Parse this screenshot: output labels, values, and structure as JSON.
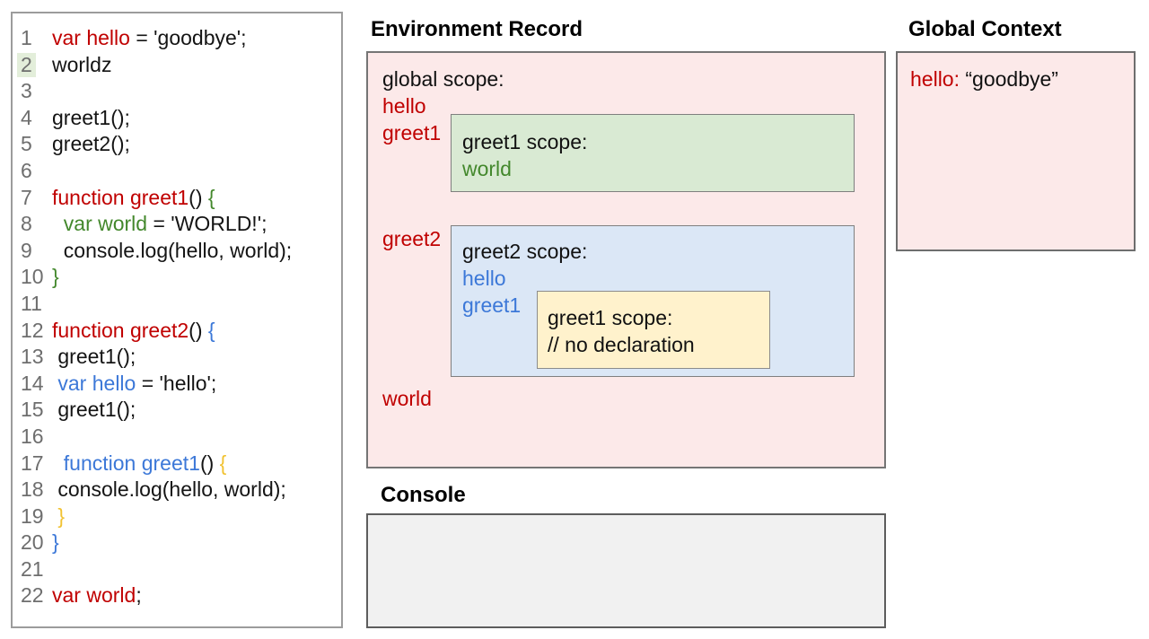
{
  "colors": {
    "code_red": "#c00000",
    "code_green": "#43882c",
    "code_blue": "#3c78d8",
    "code_yellow": "#f1c232",
    "code_black": "#141414",
    "line_number_gray": "#6e6e6e",
    "line_highlight_green": "#e3eeda",
    "env_pink_bg": "#fce9e9",
    "greet1_green_bg": "#d9ead3",
    "greet2_blue_bg": "#dbe7f6",
    "nested_yellow_bg": "#fff2cc",
    "console_gray_bg": "#f1f1f1"
  },
  "code_panel": {
    "lines": [
      {
        "n": "1",
        "hl": false,
        "segs": [
          {
            "t": "var hello",
            "c": "red"
          },
          {
            "t": " = 'goodbye';",
            "c": "code"
          }
        ]
      },
      {
        "n": "2",
        "hl": true,
        "segs": [
          {
            "t": "worldz",
            "c": "code"
          }
        ]
      },
      {
        "n": "3",
        "hl": false,
        "segs": []
      },
      {
        "n": "4",
        "hl": false,
        "segs": [
          {
            "t": "greet1();",
            "c": "code"
          }
        ]
      },
      {
        "n": "5",
        "hl": false,
        "segs": [
          {
            "t": "greet2();",
            "c": "code"
          }
        ]
      },
      {
        "n": "6",
        "hl": false,
        "segs": []
      },
      {
        "n": "7",
        "hl": false,
        "segs": [
          {
            "t": "function greet1",
            "c": "red"
          },
          {
            "t": "() ",
            "c": "code"
          },
          {
            "t": "{",
            "c": "green"
          }
        ]
      },
      {
        "n": "8",
        "hl": false,
        "segs": [
          {
            "t": "  ",
            "c": "code"
          },
          {
            "t": "var world",
            "c": "green"
          },
          {
            "t": " = 'WORLD!';",
            "c": "code"
          }
        ]
      },
      {
        "n": "9",
        "hl": false,
        "segs": [
          {
            "t": "  console.log(hello, world);",
            "c": "code"
          }
        ]
      },
      {
        "n": "10",
        "hl": false,
        "segs": [
          {
            "t": "}",
            "c": "green"
          }
        ]
      },
      {
        "n": "11",
        "hl": false,
        "segs": []
      },
      {
        "n": "12",
        "hl": false,
        "segs": [
          {
            "t": "function greet2",
            "c": "red"
          },
          {
            "t": "() ",
            "c": "code"
          },
          {
            "t": "{",
            "c": "blue"
          }
        ]
      },
      {
        "n": "13",
        "hl": false,
        "segs": [
          {
            "t": " greet1();",
            "c": "code"
          }
        ]
      },
      {
        "n": "14",
        "hl": false,
        "segs": [
          {
            "t": " ",
            "c": "code"
          },
          {
            "t": "var hello",
            "c": "blue"
          },
          {
            "t": " = 'hello';",
            "c": "code"
          }
        ]
      },
      {
        "n": "15",
        "hl": false,
        "segs": [
          {
            "t": " greet1();",
            "c": "code"
          }
        ]
      },
      {
        "n": "16",
        "hl": false,
        "segs": []
      },
      {
        "n": "17",
        "hl": false,
        "segs": [
          {
            "t": "  ",
            "c": "code"
          },
          {
            "t": "function greet1",
            "c": "blue"
          },
          {
            "t": "() ",
            "c": "code"
          },
          {
            "t": "{",
            "c": "yellow"
          }
        ]
      },
      {
        "n": "18",
        "hl": false,
        "segs": [
          {
            "t": " console.log(hello, world);",
            "c": "code"
          }
        ]
      },
      {
        "n": "19",
        "hl": false,
        "segs": [
          {
            "t": " }",
            "c": "yellow"
          }
        ]
      },
      {
        "n": "20",
        "hl": false,
        "segs": [
          {
            "t": "}",
            "c": "blue"
          }
        ]
      },
      {
        "n": "21",
        "hl": false,
        "segs": []
      },
      {
        "n": "22",
        "hl": false,
        "segs": [
          {
            "t": "var world",
            "c": "red"
          },
          {
            "t": ";",
            "c": "code"
          }
        ]
      }
    ]
  },
  "environment_record": {
    "title": "Environment Record",
    "global_scope": {
      "heading": "global scope:",
      "var_hello": "hello",
      "var_greet1": "greet1",
      "var_greet2": "greet2",
      "var_world": "world"
    },
    "greet1_scope": {
      "heading": "greet1 scope:",
      "var_world": "world"
    },
    "greet2_scope": {
      "heading": "greet2 scope:",
      "var_hello": "hello",
      "var_greet1": "greet1",
      "nested_greet1_scope": {
        "heading": "greet1 scope:",
        "comment": "// no declaration"
      }
    }
  },
  "console_section": {
    "title": "Console"
  },
  "global_context": {
    "title": "Global Context",
    "entry_name": "hello:",
    "entry_value": " “goodbye”"
  }
}
